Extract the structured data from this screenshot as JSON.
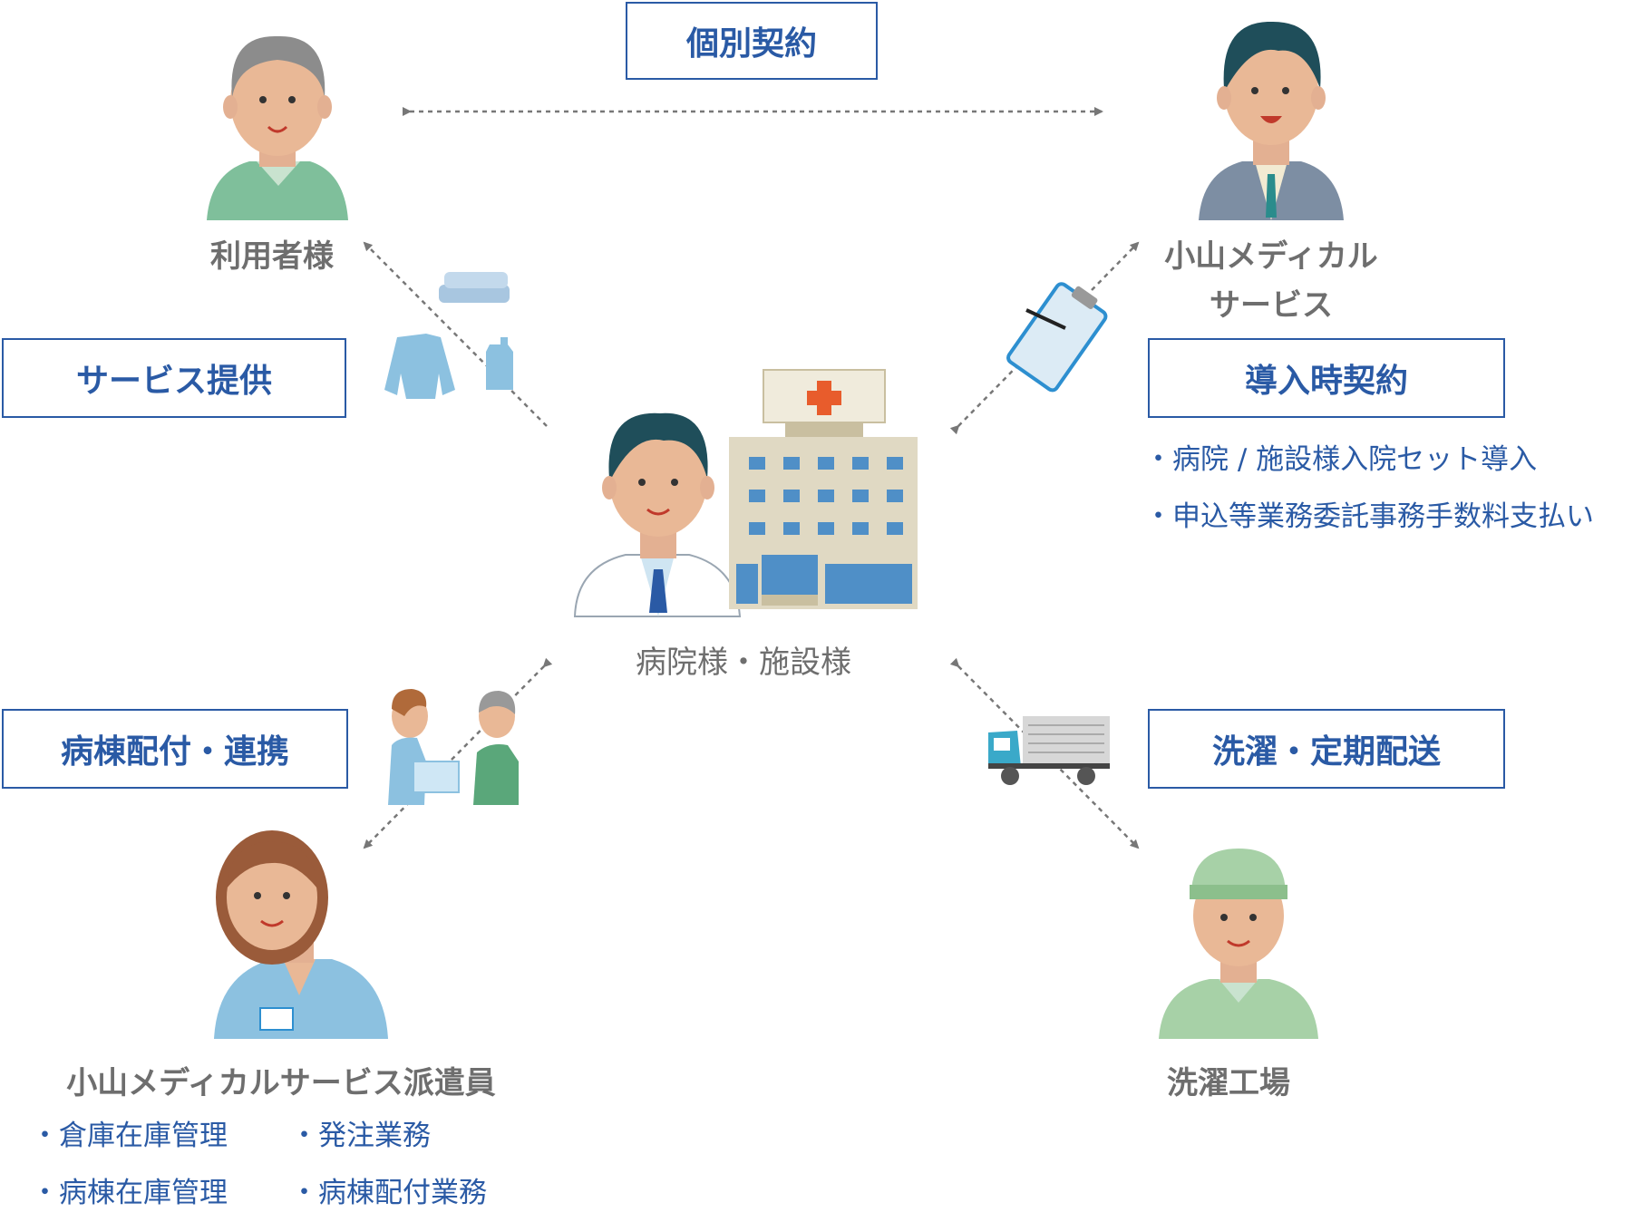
{
  "labels": {
    "kobetsu_keiyaku": "個別契約",
    "riyousha": "利用者様",
    "oyama_line1": "小山メディカル",
    "oyama_line2": "サービス",
    "service_teikyo": "サービス提供",
    "dounyu_keiyaku": "導入時契約",
    "hospital": "病院様・施設様",
    "byoto_haifu": "病棟配付・連携",
    "sentaku_haiso": "洗濯・定期配送",
    "haken": "小山メディカルサービス派遣員",
    "factory": "洗濯工場"
  },
  "dounyu_items": [
    "・病院 / 施設様入院セット導入",
    "・申込等業務委託事務手数料支払い"
  ],
  "haken_items": [
    "・倉庫在庫管理",
    "・発注業務",
    "・病棟在庫管理",
    "・病棟配付業務"
  ],
  "icons": {
    "elderly": "elderly-man-icon",
    "businessman": "businessman-icon",
    "doctor": "doctor-icon",
    "hospital": "hospital-building-icon",
    "staff": "staff-woman-icon",
    "worker": "laundry-worker-icon",
    "clothes": "clothes-icon",
    "clipboard": "clipboard-icon",
    "handover": "handover-icon",
    "truck": "truck-icon"
  },
  "colors": {
    "accent": "#2a5aa5",
    "text_gray": "#6e6e6e",
    "arrow": "#777777"
  }
}
